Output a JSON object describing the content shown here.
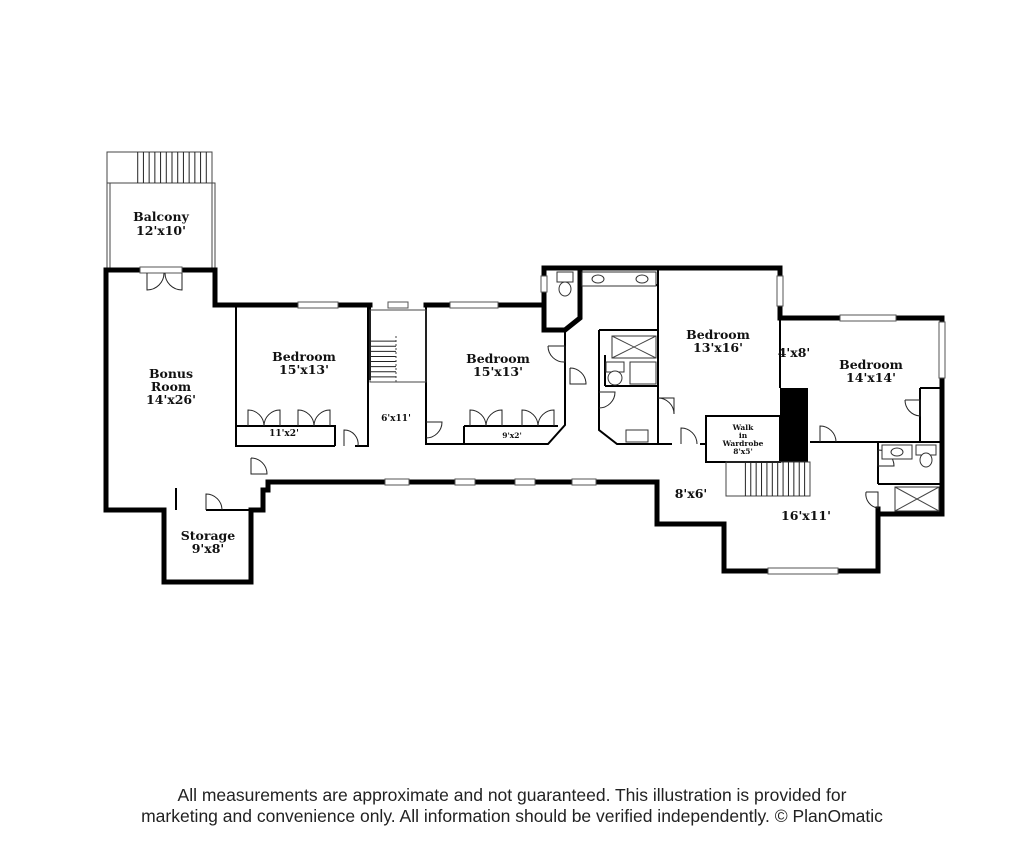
{
  "rooms": {
    "balcony": {
      "name": "Balcony",
      "dim": "12'x10'"
    },
    "bonus": {
      "name1": "Bonus",
      "name2": "Room",
      "dim": "14'x26'"
    },
    "bedroom1": {
      "name": "Bedroom",
      "dim": "15'x13'",
      "closet": "11'x2'"
    },
    "hall": {
      "dim": "6'x11'"
    },
    "bedroom2": {
      "name": "Bedroom",
      "dim": "15'x13'",
      "closet": "9'x2'"
    },
    "bedroom3": {
      "name": "Bedroom",
      "dim": "13'x16'"
    },
    "walkin": {
      "line1": "Walk",
      "line2": "in",
      "line3": "Wardrobe",
      "dim": "8'x5'"
    },
    "small": {
      "dim": "4'x8'"
    },
    "bedroom4": {
      "name": "Bedroom",
      "dim": "14'x14'"
    },
    "landing": {
      "dim": "8'x6'"
    },
    "family": {
      "dim": "16'x11'"
    },
    "storage": {
      "name": "Storage",
      "dim": "9'x8'"
    }
  },
  "disclaimer": {
    "line1": "All measurements are approximate and not guaranteed. This illustration is provided for",
    "line2": "marketing and convenience only. All information should be verified independently. © PlanOmatic"
  }
}
